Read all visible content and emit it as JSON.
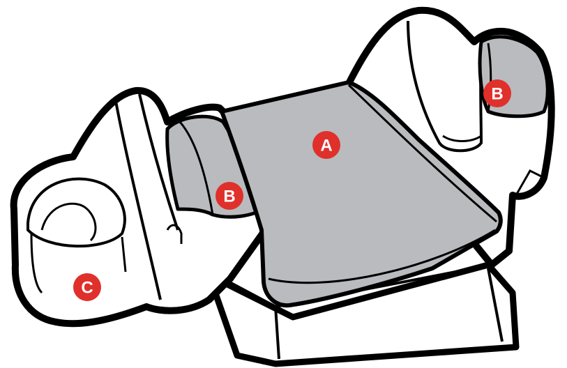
{
  "diagram": {
    "colors": {
      "outline": "#000000",
      "body": "#ffffff",
      "padding": "#b9bbbe",
      "marker": "#e0302b",
      "marker_text": "#ffffff"
    },
    "markers": [
      {
        "id": "a",
        "label": "A"
      },
      {
        "id": "b-left",
        "label": "B"
      },
      {
        "id": "b-right",
        "label": "B"
      },
      {
        "id": "c",
        "label": "C"
      }
    ]
  }
}
